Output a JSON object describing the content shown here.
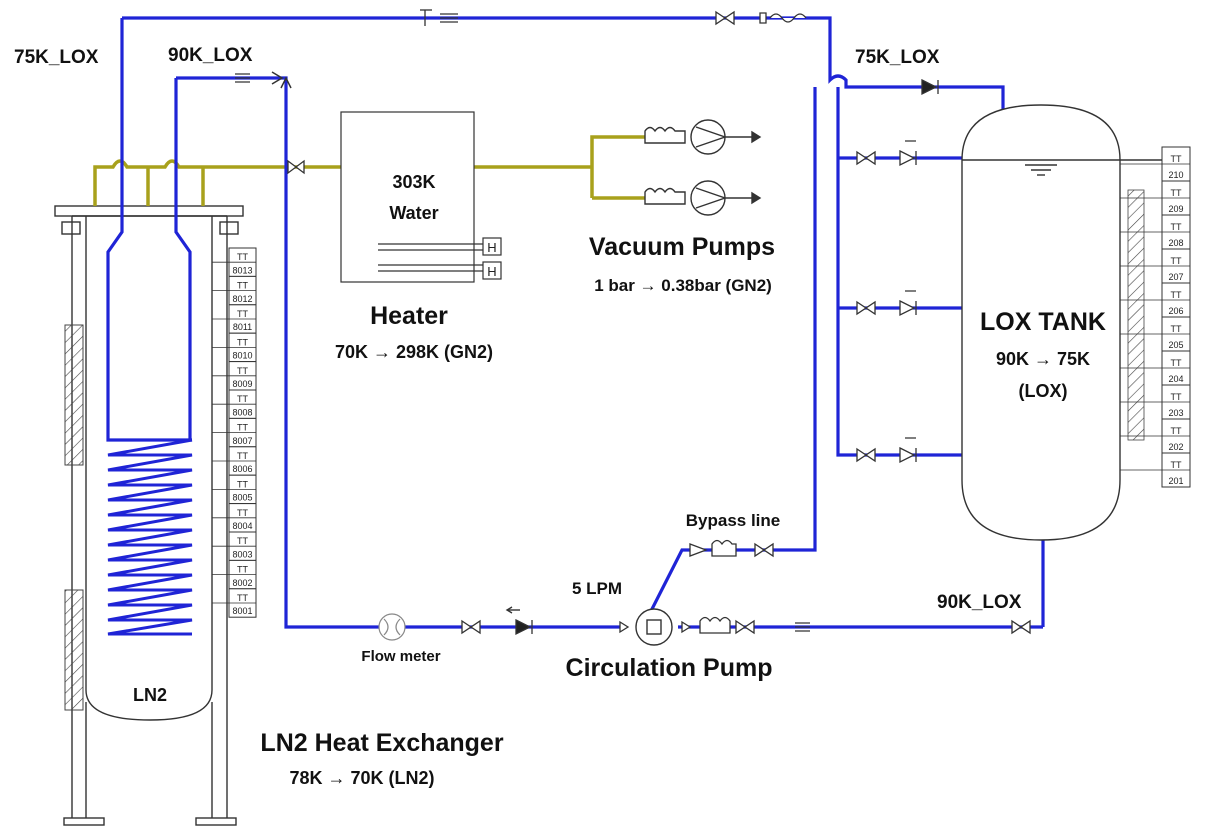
{
  "labels": {
    "lox75_left": "75K_LOX",
    "lox90_top": "90K_LOX",
    "lox75_right": "75K_LOX",
    "lox90_bottom": "90K_LOX",
    "water_temp": "303K",
    "water": "Water",
    "vacuum_pumps": "Vacuum Pumps",
    "vacuum_spec": "1 bar → 0.38bar (GN2)",
    "heater": "Heater",
    "heater_spec": "70K → 298K (GN2)",
    "lox_tank": "LOX TANK",
    "lox_tank_temp": "90K → 75K",
    "lox_tank_medium": "(LOX)",
    "bypass": "Bypass line",
    "lpm": "5 LPM",
    "flow_meter": "Flow meter",
    "circulation_pump": "Circulation Pump",
    "ln2": "LN2",
    "hx_title": "LN2 Heat Exchanger",
    "hx_spec": "78K → 70K (LN2)"
  },
  "heater_symbol": "H",
  "tt_tag": "TT",
  "hx_sensors": [
    "8013",
    "8012",
    "8011",
    "8010",
    "8009",
    "8008",
    "8007",
    "8006",
    "8005",
    "8004",
    "8003",
    "8002",
    "8001"
  ],
  "tank_sensors": [
    "210",
    "209",
    "208",
    "207",
    "206",
    "205",
    "204",
    "203",
    "202",
    "201"
  ],
  "colors": {
    "lox_line": "#1f24d6",
    "gn2_line": "#a8a11c",
    "equipment": "#333333"
  }
}
